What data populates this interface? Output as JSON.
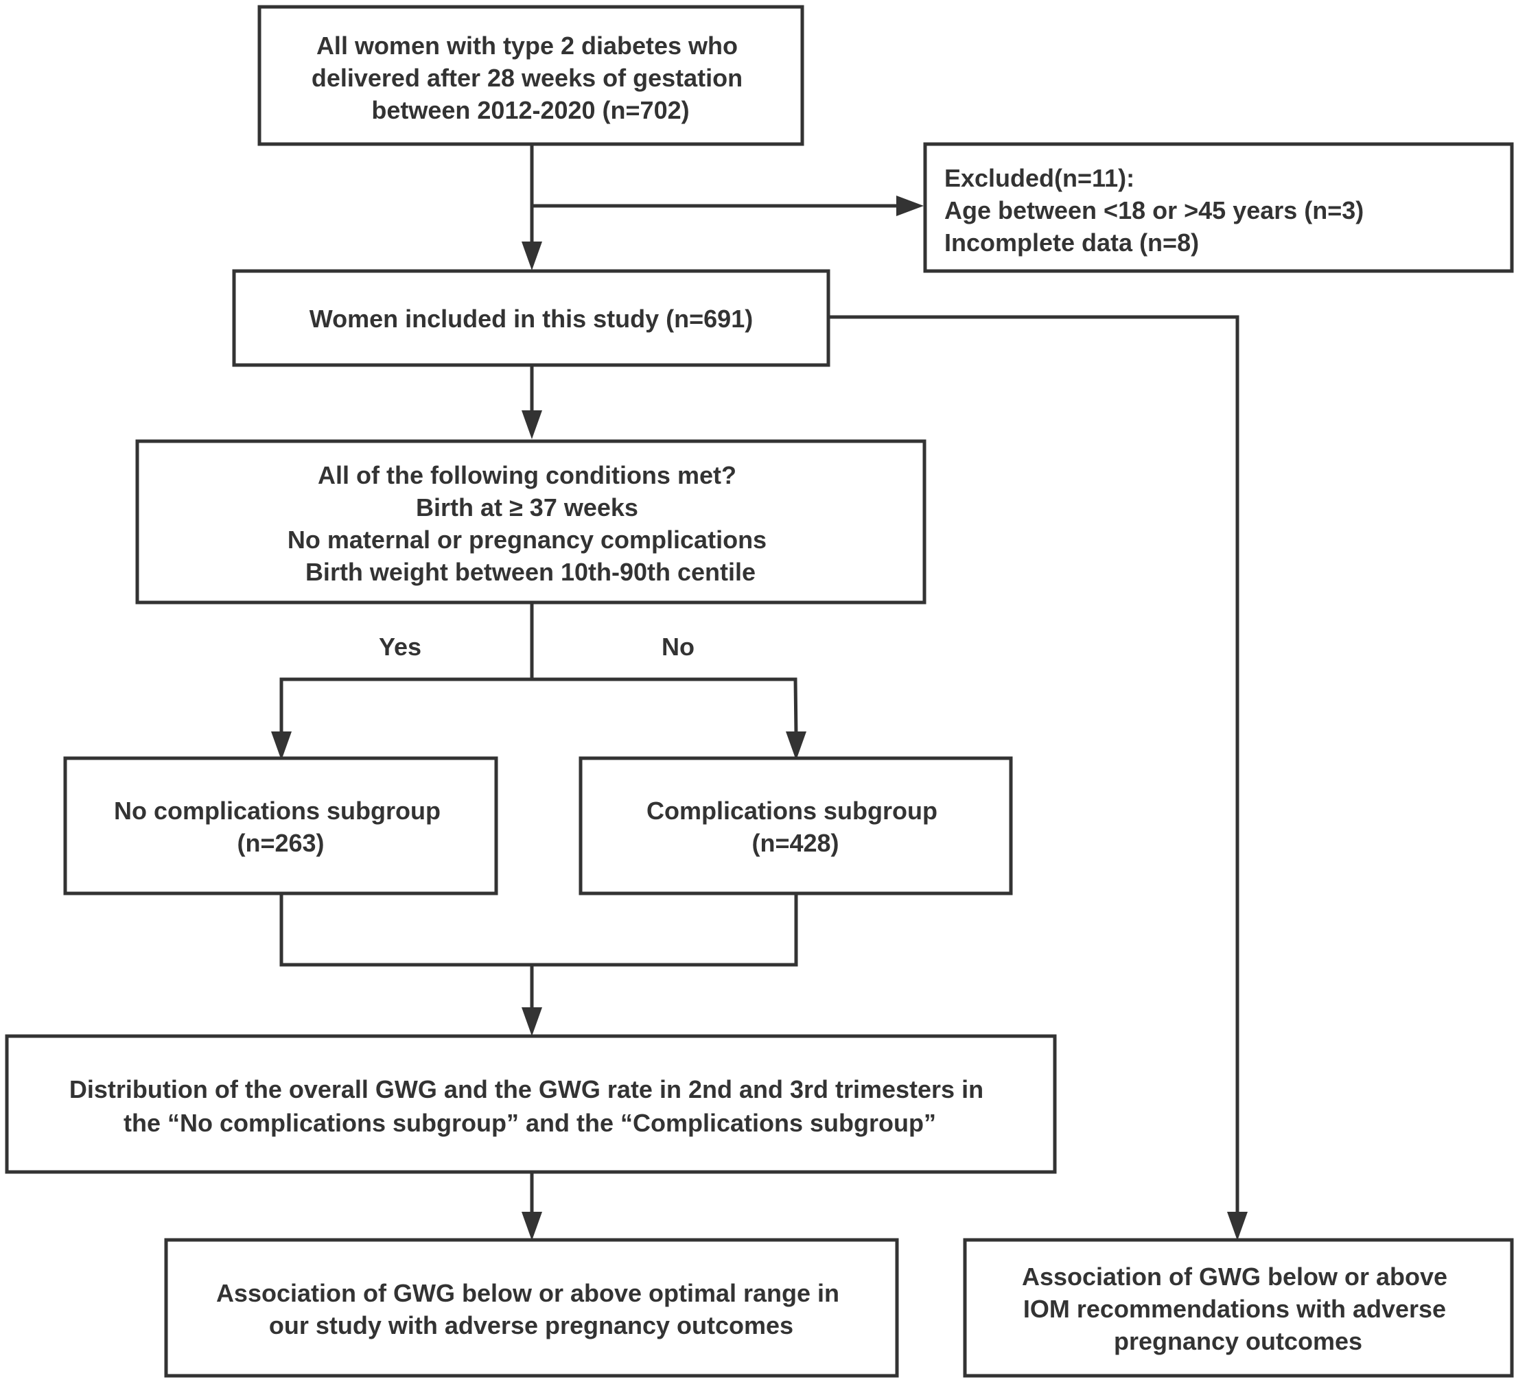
{
  "diagram": {
    "boxes": {
      "all_women": [
        "All women with type 2 diabetes who",
        "delivered after 28 weeks of gestation",
        "between 2012-2020 (n=702)"
      ],
      "excluded": [
        "Excluded(n=11):",
        "Age between <18 or >45 years (n=3)",
        "Incomplete data (n=8)"
      ],
      "included": [
        "Women included in this study (n=691)"
      ],
      "conditions": [
        "All of the following conditions met?",
        "Birth at ≥ 37 weeks",
        "No maternal or pregnancy complications",
        "Birth weight between 10th-90th centile"
      ],
      "no_complications": [
        "No complications subgroup",
        "(n=263)"
      ],
      "complications": [
        "Complications subgroup",
        "(n=428)"
      ],
      "distribution": [
        "Distribution of the overall GWG and the GWG rate in 2nd and 3rd trimesters in",
        "the “No complications subgroup” and the “Complications subgroup”"
      ],
      "association_optimal": [
        "Association of GWG below or above optimal range in",
        "our study with adverse pregnancy outcomes"
      ],
      "association_iom": [
        "Association of GWG below or above",
        "IOM recommendations with adverse",
        "pregnancy outcomes"
      ]
    },
    "branch_labels": {
      "yes": "Yes",
      "no": "No"
    }
  }
}
